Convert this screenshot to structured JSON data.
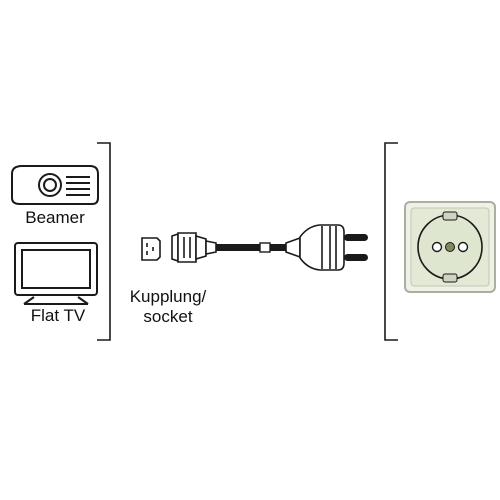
{
  "devices": {
    "projector_label": "Beamer",
    "tv_label": "Flat TV"
  },
  "connector": {
    "label_line1": "Kupplung/",
    "label_line2": "socket"
  },
  "colors": {
    "line": "#1a1a1a",
    "socket_face": "#dfe6cf",
    "socket_frame": "#aab0a0"
  }
}
